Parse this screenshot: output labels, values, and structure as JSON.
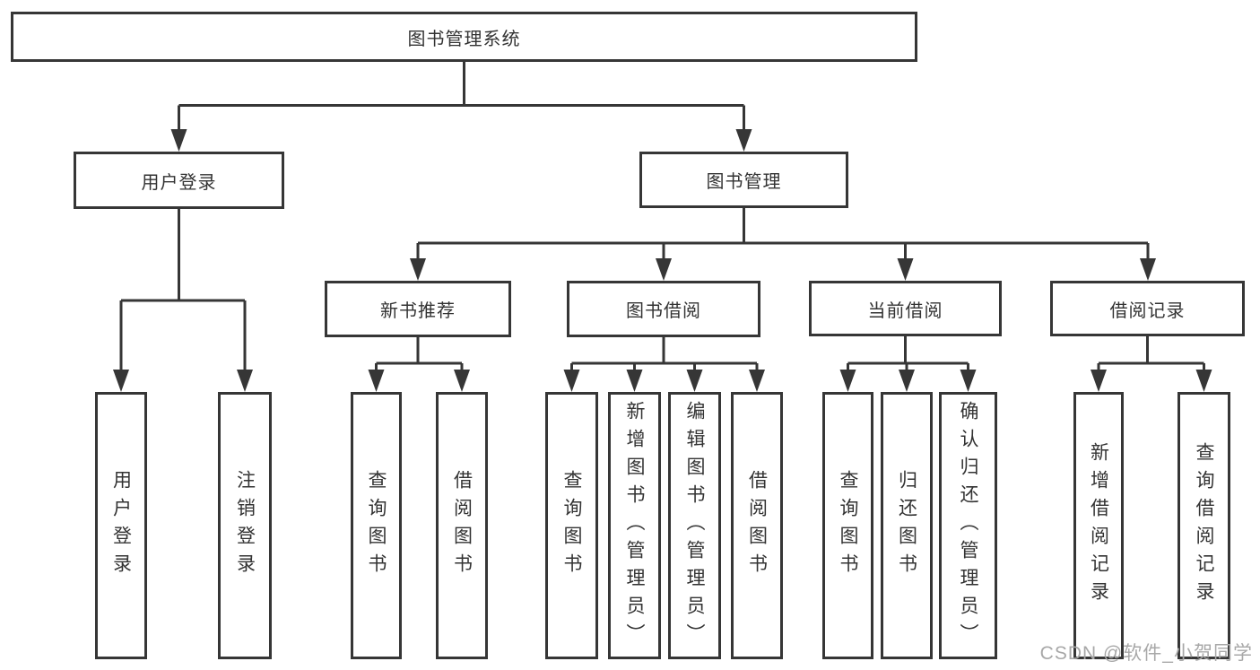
{
  "diagram": {
    "root": {
      "label": "图书管理系统"
    },
    "level2": [
      {
        "label": "用户登录",
        "children": [
          {
            "label": "用户登录"
          },
          {
            "label": "注销登录"
          }
        ]
      },
      {
        "label": "图书管理",
        "children": [
          {
            "label": "新书推荐",
            "children": [
              {
                "label": "查询图书"
              },
              {
                "label": "借阅图书"
              }
            ]
          },
          {
            "label": "图书借阅",
            "children": [
              {
                "label": "查询图书"
              },
              {
                "label": "新增图书（管理员）"
              },
              {
                "label": "编辑图书（管理员）"
              },
              {
                "label": "借阅图书"
              }
            ]
          },
          {
            "label": "当前借阅",
            "children": [
              {
                "label": "查询图书"
              },
              {
                "label": "归还图书"
              },
              {
                "label": "确认归还（管理员）"
              }
            ]
          },
          {
            "label": "借阅记录",
            "children": [
              {
                "label": "新增借阅记录"
              },
              {
                "label": "查询借阅记录"
              }
            ]
          }
        ]
      }
    ]
  },
  "watermark": {
    "text": "CSDN @软件_小贺同学"
  },
  "colors": {
    "line": "#363636",
    "text": "#333333",
    "watermark": "#a8a8a8",
    "background": "#ffffff"
  }
}
